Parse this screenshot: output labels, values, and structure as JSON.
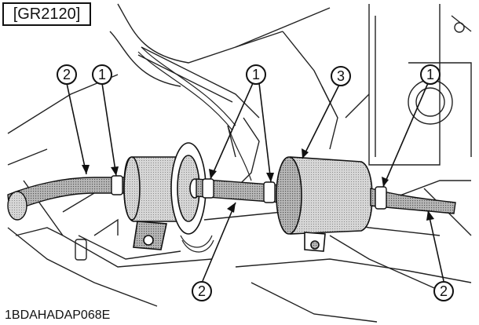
{
  "figure_code": "[GR2120]",
  "figure_id": "1BDAHADAP068E",
  "callouts": {
    "clamp": "1",
    "hose": "2",
    "filter": "3"
  }
}
